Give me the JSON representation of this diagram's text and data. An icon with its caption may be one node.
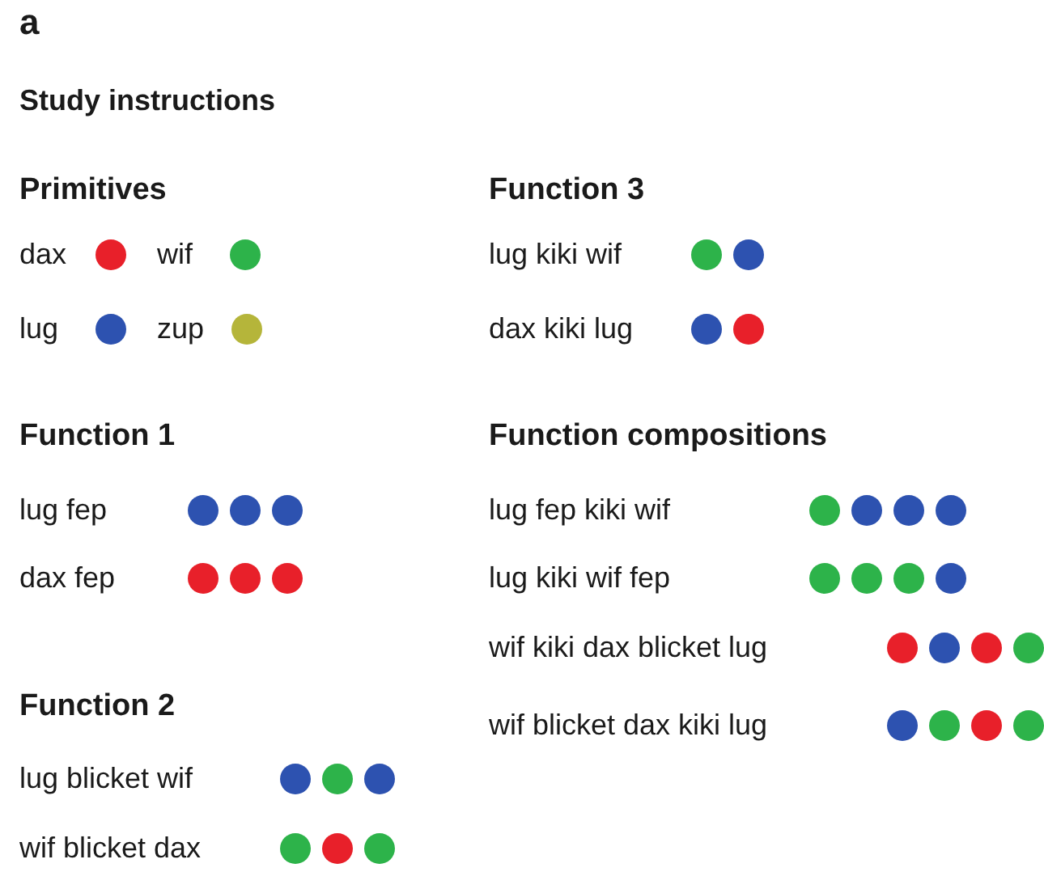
{
  "diagram": {
    "labels": [
      "a",
      "Study instructions",
      "Primitives",
      "Function 3",
      "lug kiki wif",
      "dax kiki lug",
      "Function 1",
      "lug fep",
      "dax fep",
      "Function compositions",
      "lug fep kiki wif",
      "lug kiki wif fep",
      "wif kiki dax blicket lug",
      "wif blicket dax kiki lug",
      "Function 2",
      "lug blicket wif",
      "wif blicket dax"
    ],
    "legend": [
      {
        "text": "dax",
        "color": "#e8202a"
      },
      {
        "text": "wif",
        "color": "#2db34a"
      },
      {
        "text": "lug",
        "color": "#2d52b0"
      },
      {
        "text": "zup",
        "color": "#b5b53a"
      }
    ],
    "nodes": [
      {
        "text": [],
        "shape": "circle"
      },
      {
        "text": [],
        "shape": "circle"
      },
      {
        "text": [],
        "shape": "circle"
      },
      {
        "text": [],
        "shape": "circle"
      },
      {
        "text": [],
        "shape": "circle"
      },
      {
        "text": [],
        "shape": "circle"
      },
      {
        "text": [],
        "shape": "circle"
      },
      {
        "text": [],
        "shape": "circle"
      },
      {
        "text": [],
        "shape": "circle"
      },
      {
        "text": [],
        "shape": "circle"
      },
      {
        "text": [],
        "shape": "circle"
      },
      {
        "text": [],
        "shape": "circle"
      },
      {
        "text": [],
        "shape": "circle"
      },
      {
        "text": [],
        "shape": "circle"
      },
      {
        "text": [],
        "shape": "circle"
      },
      {
        "text": [],
        "shape": "circle"
      },
      {
        "text": [],
        "shape": "circle"
      },
      {
        "text": [],
        "shape": "circle"
      },
      {
        "text": [],
        "shape": "circle"
      },
      {
        "text": [],
        "shape": "circle"
      },
      {
        "text": [],
        "shape": "circle"
      },
      {
        "text": [],
        "shape": "circle"
      },
      {
        "text": [],
        "shape": "circle"
      },
      {
        "text": [],
        "shape": "circle"
      },
      {
        "text": [],
        "shape": "circle"
      },
      {
        "text": [],
        "shape": "circle"
      },
      {
        "text": [],
        "shape": "circle"
      },
      {
        "text": [],
        "shape": "circle"
      },
      {
        "text": [],
        "shape": "circle"
      },
      {
        "text": [],
        "shape": "circle"
      },
      {
        "text": [],
        "shape": "circle"
      },
      {
        "text": [],
        "shape": "circle"
      }
    ]
  }
}
